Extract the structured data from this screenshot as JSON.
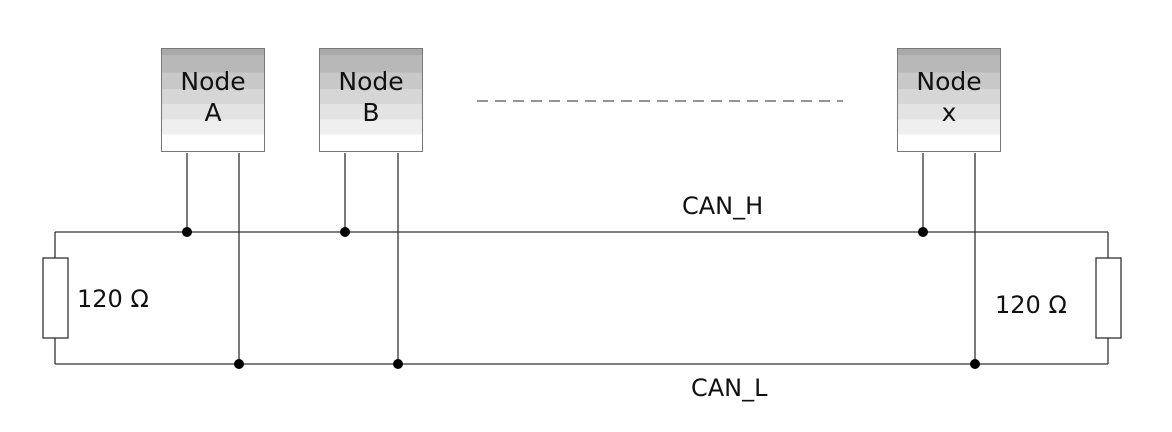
{
  "nodes": [
    {
      "line1": "Node",
      "line2": "A"
    },
    {
      "line1": "Node",
      "line2": "B"
    },
    {
      "line1": "Node",
      "line2": "x"
    }
  ],
  "bus": {
    "high_label": "CAN_H",
    "low_label": "CAN_L"
  },
  "terminators": {
    "left": "120 Ω",
    "right": "120 Ω"
  }
}
